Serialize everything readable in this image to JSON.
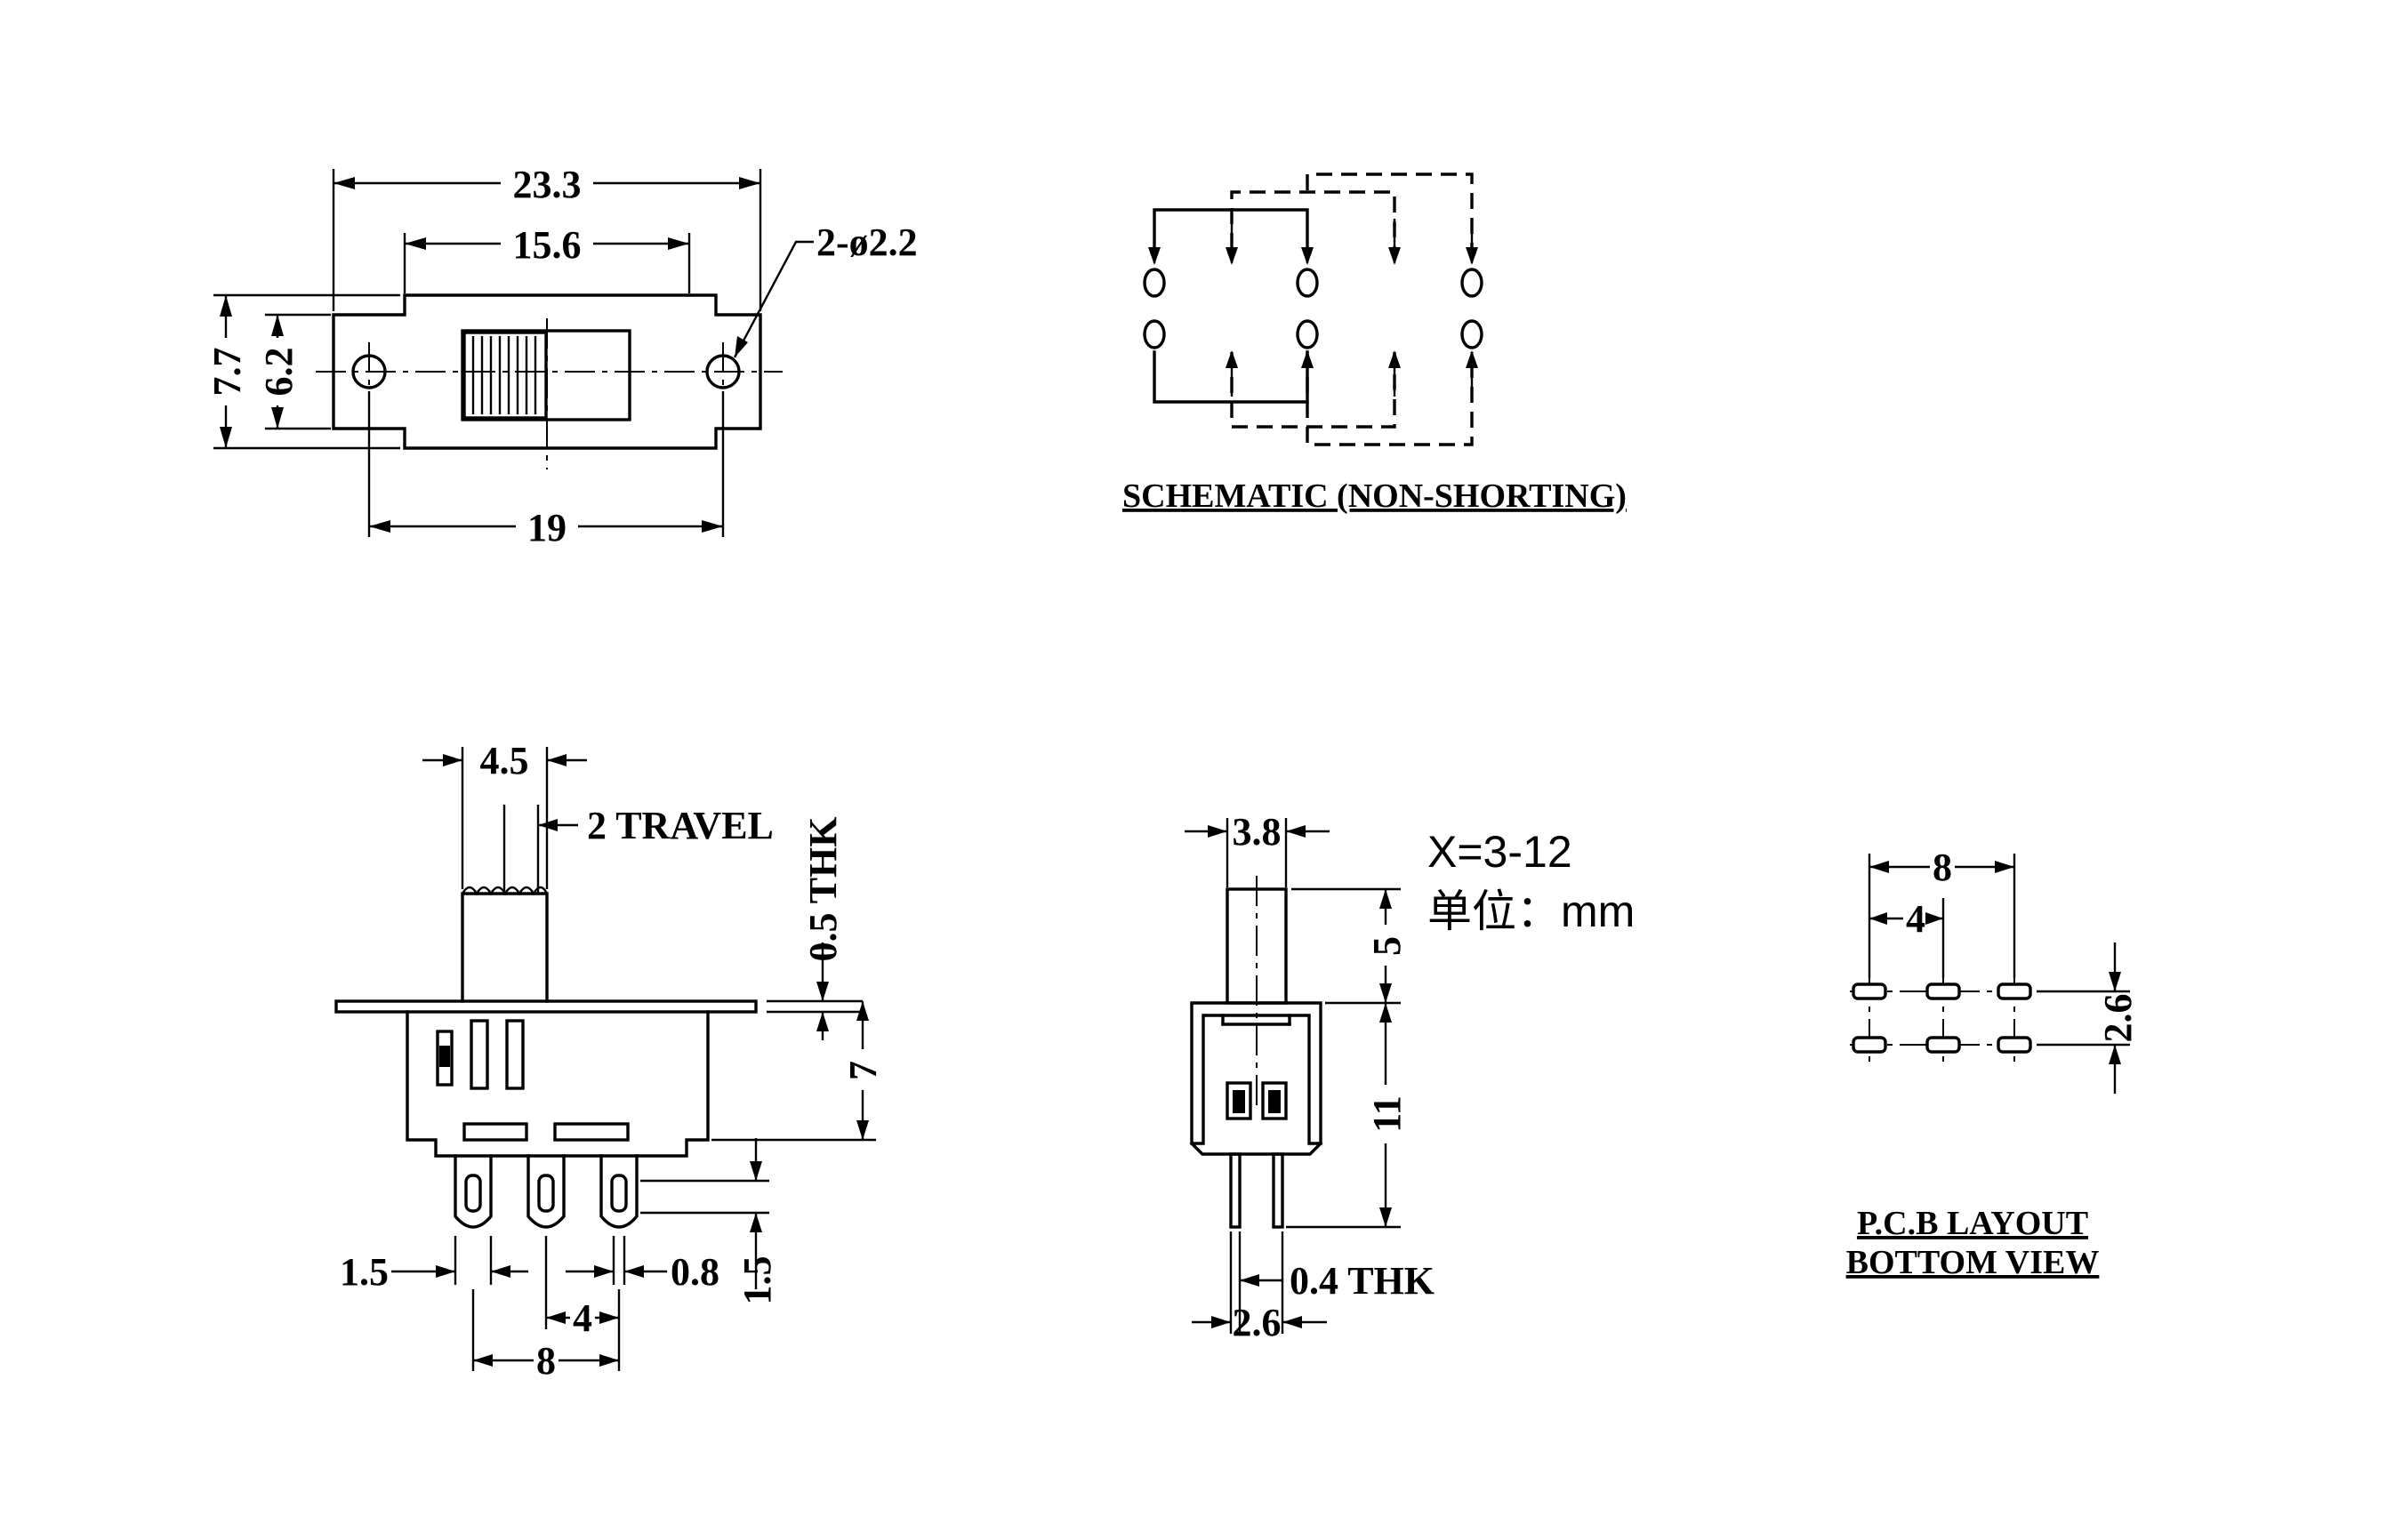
{
  "top_view": {
    "overall_width": "23.3",
    "inner_width": "15.6",
    "hole_callout": "2-ø2.2",
    "overall_height": "7.7",
    "inner_height": "6.2",
    "hole_spacing": "19"
  },
  "schematic": {
    "caption": "SCHEMATIC (NON-SHORTING)"
  },
  "side_view": {
    "actuator_width": "4.5",
    "travel": "2 TRAVEL",
    "plate_thickness": "0.5 THK",
    "body_height": "7",
    "pin_width_left": "1.5",
    "pin_thickness": "0.8",
    "pin_length": "1.5",
    "pin_pitch": "4",
    "pin_span": "8"
  },
  "end_view": {
    "actuator_width": "3.8",
    "actuator_height_note": "X=3-12",
    "unit_note": "单位：mm",
    "actuator_height": "5",
    "body_height": "11",
    "pin_thickness": "0.4 THK",
    "pin_spacing": "2.6"
  },
  "pcb_layout": {
    "span": "8",
    "pitch": "4",
    "row_spacing": "2.6",
    "caption_line1": "P.C.B LAYOUT",
    "caption_line2": "BOTTOM VIEW"
  }
}
